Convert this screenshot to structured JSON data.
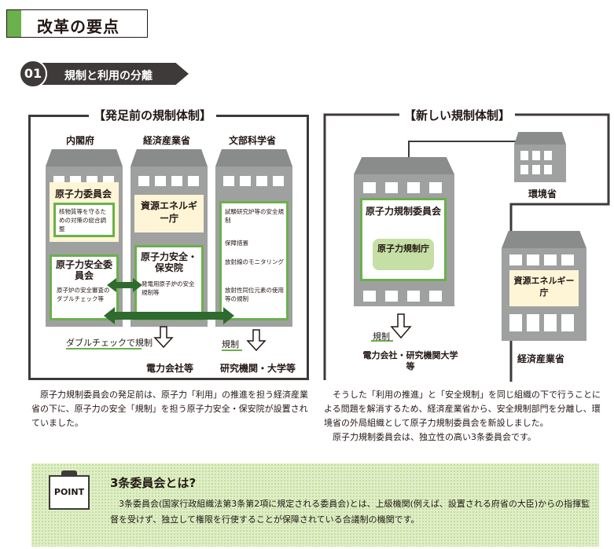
{
  "header": {
    "title": "改革の要点"
  },
  "section": {
    "number": "01",
    "title": "規制と利用の分離"
  },
  "before": {
    "title": "【発足前の規制体制】",
    "ministries": [
      "内閣府",
      "経済産業省",
      "文部科学省"
    ],
    "cabinet_committee": "原子力委員会",
    "cabinet_committee_note": "核物質等を守るための対策の総合調整",
    "safety_commission": "原子力安全委員会",
    "safety_commission_note": "原子炉の安全審査のダブルチェック等",
    "energy_agency": "資源エネルギー庁",
    "nisa": "原子力安全・保安院",
    "nisa_note": "発電用原子炉の安全規制等",
    "mext_items": [
      "試験研究炉等の安全規制",
      "保障措置",
      "放射線のモニタリング",
      "放射性同位元素の使用等の規制"
    ],
    "double_check_label": "ダブルチェックで規制",
    "regulation_label": "規制",
    "targets": [
      "電力会社等",
      "研究機関・大学等"
    ]
  },
  "after": {
    "title": "【新しい規制体制】",
    "nra": "原子力規制委員会",
    "secretariat": "原子力規制庁",
    "moe": "環境省",
    "energy_agency": "資源エネルギー庁",
    "meti": "経済産業省",
    "regulation_label": "規制",
    "target": "電力会社・研究機関大学等"
  },
  "text": {
    "left": "原子力規制委員会の発足前は、原子力「利用」の推進を担う経済産業省の下に、原子力の安全「規制」を担う原子力安全・保安院が設置されていました。",
    "right1": "そうした「利用の推進」と「安全規制」を同じ組織の下で行うことによる問題を解消するため、経済産業省から、安全規制部門を分離し、環境省の外局組織として原子力規制委員会を新設しました。",
    "right2": "原子力規制委員会は、独立性の高い3条委員会です。"
  },
  "point": {
    "badge": "POINT",
    "title": "3条委員会とは?",
    "body": "3条委員会(国家行政組織法第3条第2項に規定される委員会)とは、上級機関(例えば、設置される府省の大臣)からの指揮監督を受けず、独立して権限を行使することが保障されている合議制の機関です。"
  },
  "colors": {
    "green": "#6ab04c",
    "dark": "#3e3a39",
    "building": "#9fa0a0",
    "pale_yellow": "#fdf5d6",
    "point_bg": "#dfeec8"
  }
}
